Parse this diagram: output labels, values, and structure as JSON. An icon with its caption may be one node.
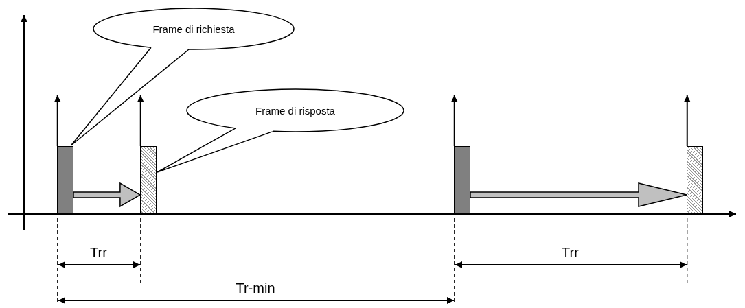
{
  "diagram": {
    "nodes": [
      {
        "text": [
          "Frame di richiesta"
        ]
      },
      {
        "text": [
          "Frame di risposta"
        ]
      },
      {
        "text": [],
        "shape": "bar"
      },
      {
        "text": [],
        "shape": "bar"
      },
      {
        "text": [],
        "shape": "bar"
      },
      {
        "text": [],
        "shape": "bar"
      }
    ],
    "edges": [
      {
        "from": 0,
        "to": 2,
        "arrow": "none"
      },
      {
        "from": 1,
        "to": 3,
        "arrow": "none"
      },
      {
        "from": 2,
        "to": 3,
        "arrow": "to"
      },
      {
        "from": 4,
        "to": 5,
        "arrow": "to"
      },
      {
        "from": 2,
        "to": null,
        "arrow": "to"
      },
      {
        "from": 3,
        "to": null,
        "arrow": "to"
      },
      {
        "from": 4,
        "to": null,
        "arrow": "to"
      },
      {
        "from": 5,
        "to": null,
        "arrow": "to"
      }
    ],
    "labels": [
      "Trr",
      "Trr",
      "Tr-min"
    ]
  }
}
